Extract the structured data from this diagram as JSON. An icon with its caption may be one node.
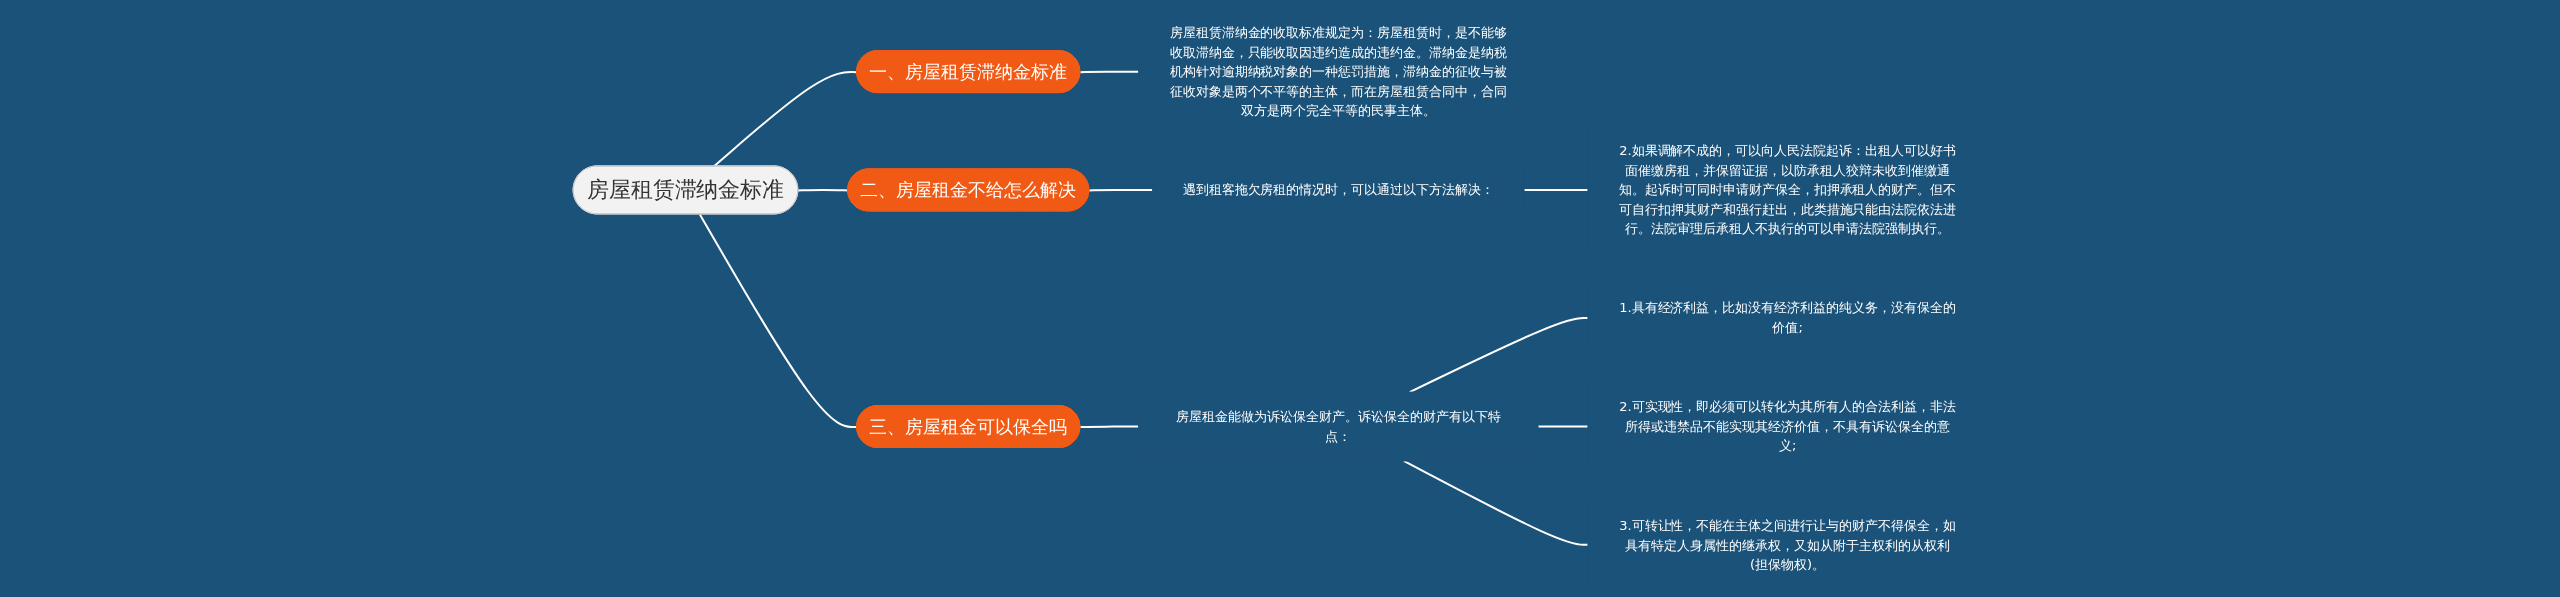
{
  "diagram": {
    "nodes": [
      {
        "text": [
          "房屋租赁滞纳金标准"
        ]
      },
      {
        "text": [
          "一、房屋租赁滞纳金标准"
        ]
      },
      {
        "text": [
          "房屋租赁滞纳金的收取标准规定为：房屋租赁时，是不能够收取滞纳金，只能收取因违约造成的违约金。滞纳金是纳税机构针对逾期纳税对象的一种惩罚措施，滞纳金的征收与被征收对象是两个不平等的主体，而在房屋租赁合同中，合同双方是两个完全平等的民事主体。"
        ]
      },
      {
        "text": [
          "二、房屋租金不给怎么解决"
        ]
      },
      {
        "text": [
          "遇到租客拖欠房租的情况时，可以通过以下方法解决："
        ]
      },
      {
        "text": [
          "2.如果调解不成的，可以向人民法院起诉：出租人可以好书面催缴房租，并保留证据，以防承租人狡辩未收到催缴通知。起诉时可同时申请财产保全，扣押承租人的财产。但不可自行扣押其财产和强行赶出，此类措施只能由法院依法进行。法院审理后承租人不执行的可以申请法院强制执行。"
        ]
      },
      {
        "text": [
          "三、房屋租金可以保全吗"
        ]
      },
      {
        "text": [
          "房屋租金能做为诉讼保全财产。诉讼保全的财产有以下特点："
        ]
      },
      {
        "text": [
          "1.具有经济利益，比如没有经济利益的纯义务，没有保全的价值;"
        ]
      },
      {
        "text": [
          "2.可实现性，即必须可以转化为其所有人的合法利益，非法所得或违禁品不能实现其经济价值，不具有诉讼保全的意义;"
        ]
      },
      {
        "text": [
          "3.可转让性，不能在主体之间进行让与的财产不得保全，如具有特定人身属性的继承权，又如从附于主权利的从权利(担保物权)。"
        ]
      }
    ],
    "edges": [
      {
        "from": 0,
        "to": 1,
        "arrow": "none"
      },
      {
        "from": 1,
        "to": 2,
        "arrow": "none"
      },
      {
        "from": 0,
        "to": 3,
        "arrow": "none"
      },
      {
        "from": 3,
        "to": 4,
        "arrow": "none"
      },
      {
        "from": 4,
        "to": 5,
        "arrow": "none"
      },
      {
        "from": 0,
        "to": 6,
        "arrow": "none"
      },
      {
        "from": 6,
        "to": 7,
        "arrow": "none"
      },
      {
        "from": 7,
        "to": 8,
        "arrow": "none"
      },
      {
        "from": 7,
        "to": 9,
        "arrow": "none"
      },
      {
        "from": 7,
        "to": 10,
        "arrow": "none"
      }
    ]
  }
}
